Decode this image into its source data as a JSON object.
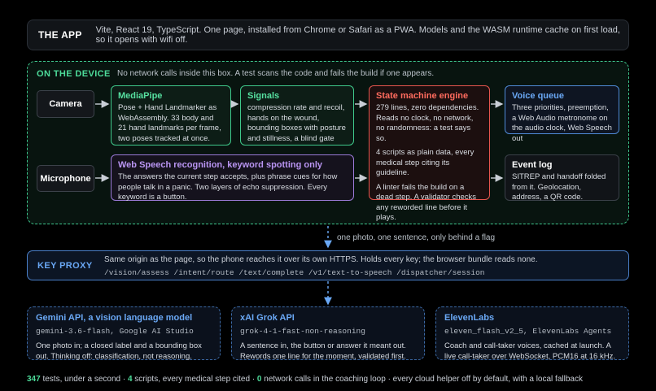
{
  "app": {
    "title": "THE APP",
    "description": "Vite, React 19, TypeScript. One page, installed from Chrome or Safari as a PWA. Models and the WASM runtime cache on first load, so it opens with wifi off."
  },
  "device": {
    "title": "ON THE DEVICE",
    "description": "No network calls inside this box. A test scans the code and fails the build if one appears.",
    "inputs": {
      "camera": "Camera",
      "microphone": "Microphone"
    },
    "mediapipe": {
      "title": "MediaPipe",
      "text": "Pose + Hand Landmarker as WebAssembly. 33 body and 21 hand landmarks per frame, two poses tracked at once."
    },
    "signals": {
      "title": "Signals",
      "text": "compression rate and recoil, hands on the wound, bounding boxes with posture and stillness, a blind gate"
    },
    "speech": {
      "title": "Web Speech recognition, keyword spotting only",
      "text": "The answers the current step accepts, plus phrase cues for how people talk in a panic. Two layers of echo suppression. Every keyword is a button."
    },
    "engine": {
      "title": "State machine engine",
      "p1": "279 lines, zero dependencies. Reads no clock, no network, no randomness: a test says so.",
      "p2": "4 scripts as plain data, every medical step citing its guideline.",
      "p3": "A linter fails the build on a dead step. A validator checks any reworded line before it plays."
    },
    "voice": {
      "title": "Voice queue",
      "text": "Three priorities, preemption, a Web Audio metronome on the audio clock, Web Speech out"
    },
    "eventlog": {
      "title": "Event log",
      "text": "SITREP and handoff folded from it. Geolocation, address, a QR code."
    }
  },
  "flag_note": "one photo, one sentence, only behind a flag",
  "proxy": {
    "title": "KEY PROXY",
    "description": "Same origin as the page, so the phone reaches it over its own HTTPS. Holds every key; the browser bundle reads none.",
    "routes": "/vision/assess /intent/route /text/complete /v1/text-to-speech /dispatcher/session"
  },
  "cloud": [
    {
      "title": "Gemini API, a vision language model",
      "model": "gemini-3.6-flash, Google AI Studio",
      "text": "One photo in; a closed label and a bounding box out. Thinking off: classification, not reasoning."
    },
    {
      "title": "xAI Grok API",
      "model": "grok-4-1-fast-non-reasoning",
      "text": "A sentence in, the button or answer it meant out. Rewords one line for the moment, validated first."
    },
    {
      "title": "ElevenLabs",
      "model": "eleven_flash_v2_5, ElevenLabs Agents",
      "text": "Coach and call-taker voices, cached at launch. A live call-taker over WebSocket, PCM16 at 16 kHz."
    }
  ],
  "footer": {
    "n1": "347",
    "t1": " tests, under a second · ",
    "n2": "4",
    "t2": " scripts, every medical step cited · ",
    "n3": "0",
    "t3": " network calls in the coaching loop · every cloud helper off by default, with a local fallback"
  },
  "colors": {
    "green": "#3fc98b",
    "purple": "#9b7ad8",
    "red": "#e8554e",
    "blue": "#4f8ad6"
  }
}
